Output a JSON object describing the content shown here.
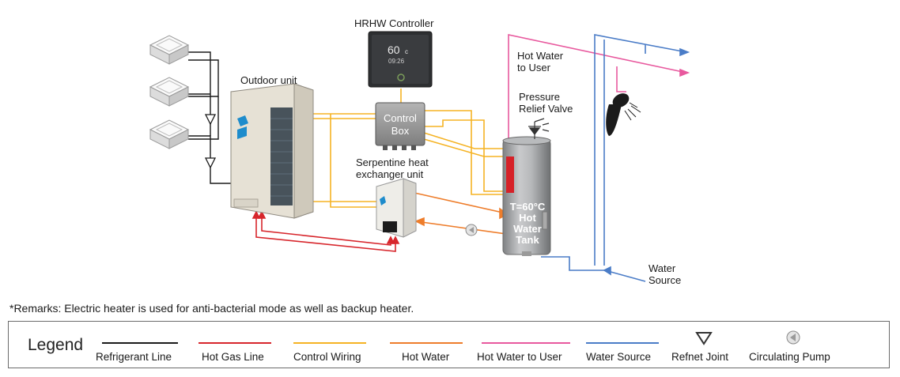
{
  "labels": {
    "controller": "HRHW Controller",
    "controller_display_temp": "60",
    "controller_display_unit": "c",
    "controller_display_time": "09:26",
    "outdoor_unit": "Outdoor unit",
    "control_box_line1": "Control",
    "control_box_line2": "Box",
    "serpentine_line1": "Serpentine heat",
    "serpentine_line2": "exchanger unit",
    "hot_water_user_line1": "Hot Water",
    "hot_water_user_line2": "to User",
    "pressure_line1": "Pressure",
    "pressure_line2": "Relief Valve",
    "tank_line1": "T=60°C",
    "tank_line2": "Hot",
    "tank_line3": "Water",
    "tank_line4": "Tank",
    "water_source_line1": "Water",
    "water_source_line2": "Source"
  },
  "remarks": "*Remarks: Electric heater is used for anti-bacterial mode as well as backup heater.",
  "legend": {
    "title": "Legend",
    "items": [
      {
        "label": "Refrigerant Line",
        "color": "#1a1a1a"
      },
      {
        "label": "Hot Gas Line",
        "color": "#d7262c"
      },
      {
        "label": "Control Wiring",
        "color": "#f5b324"
      },
      {
        "label": "Hot Water",
        "color": "#ee7d2b"
      },
      {
        "label": "Hot Water to User",
        "color": "#e8599e"
      },
      {
        "label": "Water Source",
        "color": "#4a7cc7"
      },
      {
        "label": "Refnet Joint",
        "icon": "refnet-joint-icon"
      },
      {
        "label": "Circulating Pump",
        "icon": "circulating-pump-icon"
      }
    ]
  }
}
